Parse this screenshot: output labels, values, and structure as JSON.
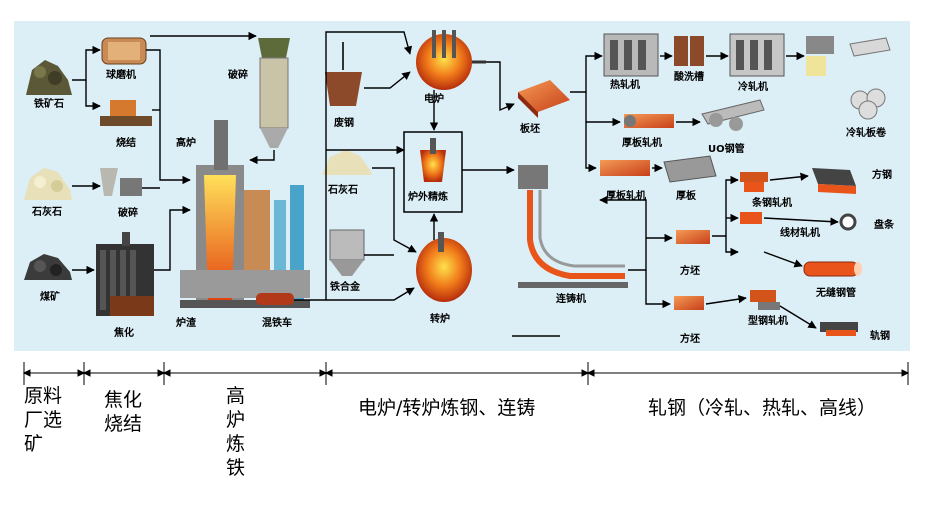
{
  "colors": {
    "background_panel": "#dceef6",
    "flow_line": "#000000",
    "molten": "#e8541a",
    "steel_gray": "#8a8a8a",
    "blue_structure": "#4aa3c8"
  },
  "nodes": {
    "iron_ore": "铁矿石",
    "limestone_left": "石灰石",
    "coal": "煤矿",
    "ball_mill": "球磨机",
    "sintering": "烧结",
    "crushing_left": "破碎",
    "coking": "焦化",
    "crushing_top": "破碎",
    "blast_furnace": "高炉",
    "slag": "炉渣",
    "hot_metal_car": "混铁车",
    "scrap": "废钢",
    "limestone_mid": "石灰石",
    "ferroalloy": "铁合金",
    "electric_furnace": "电炉",
    "ladle_refining": "炉外精炼",
    "converter": "转炉",
    "slab": "板坯",
    "continuous_caster": "连铸机",
    "hot_mill": "热轧机",
    "pickling": "酸洗槽",
    "cold_mill": "冷轧机",
    "cold_coil": "冷轧板卷",
    "plate_mill": "厚板轧机",
    "uo_pipe": "UO钢管",
    "plate_mill_2": "厚板轧机",
    "thick_plate": "厚板",
    "bar_mill": "条钢轧机",
    "square_billet_product": "方钢",
    "wire_mill": "线材轧机",
    "coil_bar": "盘条",
    "billet_1": "方坯",
    "seamless_pipe": "无缝钢管",
    "section_mill": "型钢轧机",
    "billet_2": "方坯",
    "rail": "轨钢"
  },
  "stages": {
    "raw_material": "原料厂选矿",
    "coking_sintering": "焦化烧结",
    "ironmaking": "高炉炼铁",
    "steelmaking": "电炉/转炉炼钢、连铸",
    "rolling": "轧钢（冷轧、热轧、高线）"
  }
}
